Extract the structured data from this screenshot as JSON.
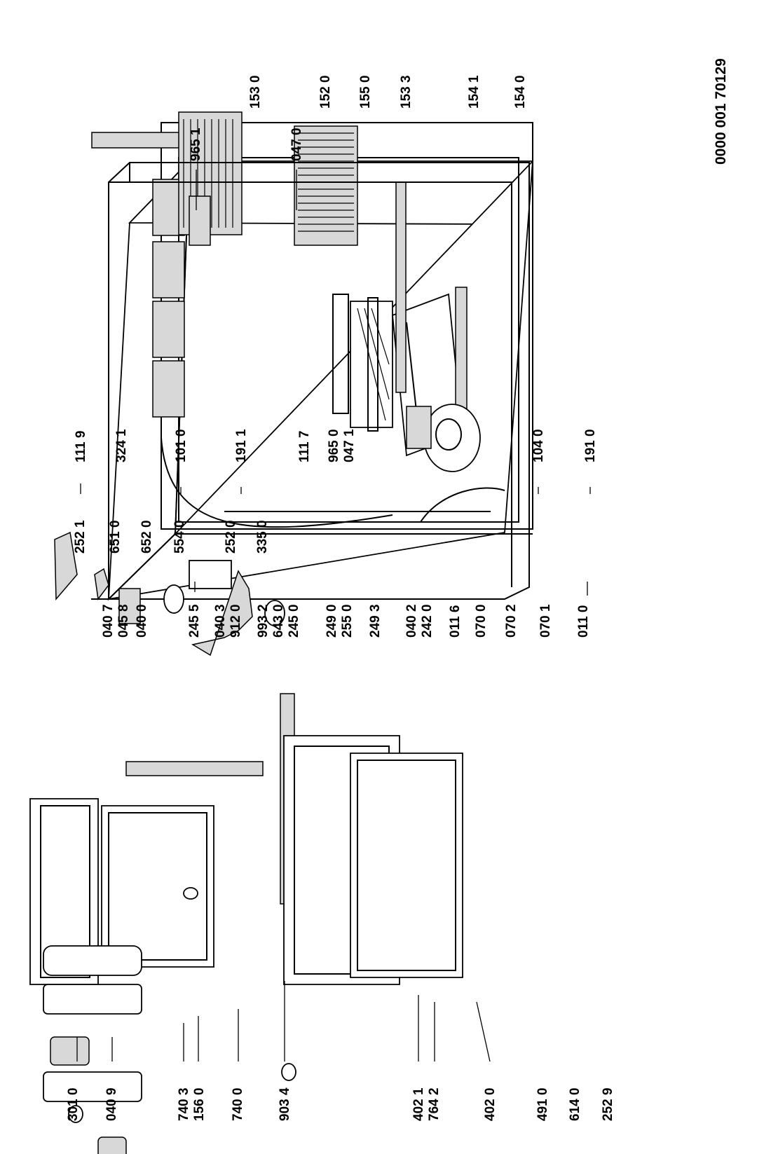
{
  "document_number": "0000 001 70129",
  "part_labels": {
    "p301_0": "301 0",
    "p040_9": "040 9",
    "p740_3": "740 3",
    "p156_0": "156 0",
    "p740_0": "740 0",
    "p903_4": "903 4",
    "p402_1": "402 1",
    "p764_2": "764 2",
    "p402_0": "402 0",
    "p491_0": "491 0",
    "p614_0": "614 0",
    "p252_9": "252 9",
    "p040_7": "040 7",
    "p045_8": "045 8",
    "p040_0": "040 0",
    "p245_5": "245 5",
    "p040_3": "040 3",
    "p912_0": "912 0",
    "p993_2": "993 2",
    "p643_0": "643 0",
    "p245_0": "245 0",
    "p249_0": "249 0",
    "p255_0": "255 0",
    "p249_3": "249 3",
    "p040_2": "040 2",
    "p242_0": "242 0",
    "p011_6": "011 6",
    "p070_0": "070 0",
    "p070_2": "070 2",
    "p070_1": "070 1",
    "p011_0": "011 0",
    "p252_1": "252 1",
    "p651_0": "651 0",
    "p652_0": "652 0",
    "p554_0": "554 0",
    "p252_0": "252 0",
    "p335_0": "335 0",
    "p111_9": "111 9",
    "p324_1": "324 1",
    "p101_0": "101 0",
    "p191_1": "191 1",
    "p111_7": "111 7",
    "p965_0": "965 0",
    "p047_1": "047 1",
    "p104_0": "104 0",
    "p191_0": "191 0",
    "p965_1": "965 1",
    "p047_0": "047 0",
    "p153_0": "153 0",
    "p152_0": "152 0",
    "p155_0": "155 0",
    "p153_3": "153 3",
    "p154_1": "154 1",
    "p154_0": "154 0"
  }
}
